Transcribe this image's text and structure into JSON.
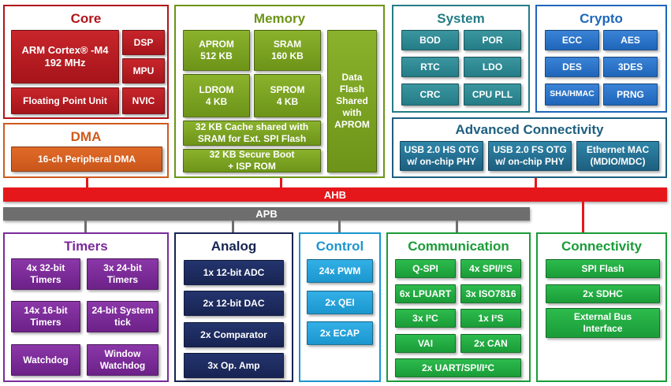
{
  "core": {
    "title": "Core",
    "cpu": "ARM Cortex® -M4\n192 MHz",
    "dsp": "DSP",
    "mpu": "MPU",
    "fpu": "Floating Point Unit",
    "nvic": "NVIC"
  },
  "dma": {
    "title": "DMA",
    "item": "16-ch Peripheral DMA"
  },
  "memory": {
    "title": "Memory",
    "aprom": "APROM\n512 KB",
    "sram": "SRAM\n160 KB",
    "ldrom": "LDROM\n4 KB",
    "sprom": "SPROM\n4 KB",
    "cache": "32 KB Cache shared with\nSRAM for  Ext. SPI Flash",
    "secure_boot": "32 KB Secure Boot\n+ ISP ROM",
    "data_flash": "Data\nFlash\nShared\nwith\nAPROM"
  },
  "system": {
    "title": "System",
    "items": [
      "BOD",
      "POR",
      "RTC",
      "LDO",
      "CRC",
      "CPU PLL"
    ]
  },
  "crypto": {
    "title": "Crypto",
    "items": [
      "ECC",
      "AES",
      "DES",
      "3DES",
      "SHA/HMAC",
      "PRNG"
    ]
  },
  "adv_conn": {
    "title": "Advanced Connectivity",
    "items": [
      "USB 2.0 HS OTG\nw/ on-chip PHY",
      "USB 2.0 FS OTG\nw/ on-chip PHY",
      "Ethernet MAC\n(MDIO/MDC)"
    ]
  },
  "buses": {
    "ahb": "AHB",
    "apb": "APB"
  },
  "timers": {
    "title": "Timers",
    "items": [
      "4x 32-bit\nTimers",
      "3x 24-bit\nTimers",
      "14x 16-bit\nTimers",
      "24-bit System\ntick",
      "Watchdog",
      "Window\nWatchdog"
    ]
  },
  "analog": {
    "title": "Analog",
    "items": [
      "1x 12-bit ADC",
      "2x 12-bit DAC",
      "2x Comparator",
      "3x Op. Amp"
    ]
  },
  "control": {
    "title": "Control",
    "items": [
      "24x PWM",
      "2x QEI",
      "2x ECAP"
    ]
  },
  "communication": {
    "title": "Communication",
    "items": [
      "Q-SPI",
      "4x SPI/I²S",
      "6x LPUART",
      "3x ISO7816",
      "3x I²C",
      "1x I²S",
      "VAI",
      "2x CAN",
      "2x UART/SPI/I²C"
    ]
  },
  "connectivity": {
    "title": "Connectivity",
    "items": [
      "SPI Flash",
      "2x SDHC",
      "External Bus\nInterface"
    ]
  },
  "colors": {
    "core": "#b0151b",
    "dma": "#cf5a1c",
    "memory": "#6d9418",
    "system": "#247c86",
    "crypto": "#1f66ba",
    "adv_conn": "#1d5f80",
    "timers": "#7a2a9a",
    "analog": "#172452",
    "control": "#1b96cf",
    "communication": "#1a9c38",
    "connectivity": "#1a9c38",
    "ahb": "#e5171b",
    "apb": "#6e6e6e"
  }
}
